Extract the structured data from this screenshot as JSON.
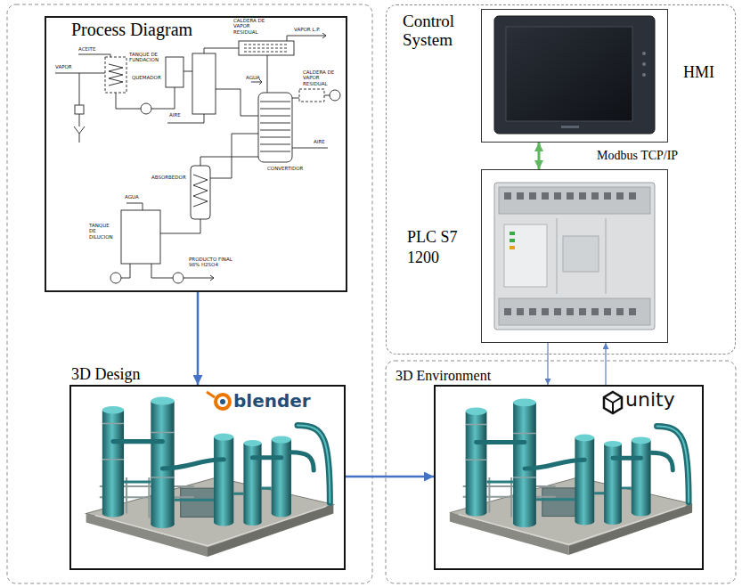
{
  "diagram": {
    "nodes": [
      {
        "text": [
          "Process Diagram"
        ]
      },
      {
        "text": [
          "Control System"
        ]
      },
      {
        "text": [
          "HMI"
        ],
        "in": 1
      },
      {
        "text": [
          "PLC S7 1200"
        ],
        "in": 1
      },
      {
        "text": [
          "3D Design"
        ]
      },
      {
        "text": [
          "3D Environment"
        ]
      }
    ],
    "edges": [
      {
        "from": 0,
        "to": 4,
        "arrow": "to"
      },
      {
        "from": 2,
        "to": 3,
        "label": "Modbus TCP/IP",
        "arrow": "both"
      },
      {
        "from": 3,
        "to": 5,
        "arrow": "to"
      },
      {
        "from": 5,
        "to": 3,
        "arrow": "to"
      },
      {
        "from": 4,
        "to": 5,
        "arrow": "to"
      }
    ],
    "labels": [
      "ACEITE",
      "VAPOR",
      "TANQUE DE FUNDACION",
      "QUEMADOR",
      "AIRE",
      "CALDERA DE VAPOR RESIDUAL",
      "VAPOR L.P.",
      "AGUA",
      "CALDERA DE VAPOR RESIDUAL",
      "CONVERTIDOR",
      "AIRE",
      "ABSORBEDOR",
      "AGUA",
      "TANQUE DE DILUCION",
      "PRODUCTO FINAL 98% H2SO4",
      "blender",
      "unity"
    ]
  }
}
